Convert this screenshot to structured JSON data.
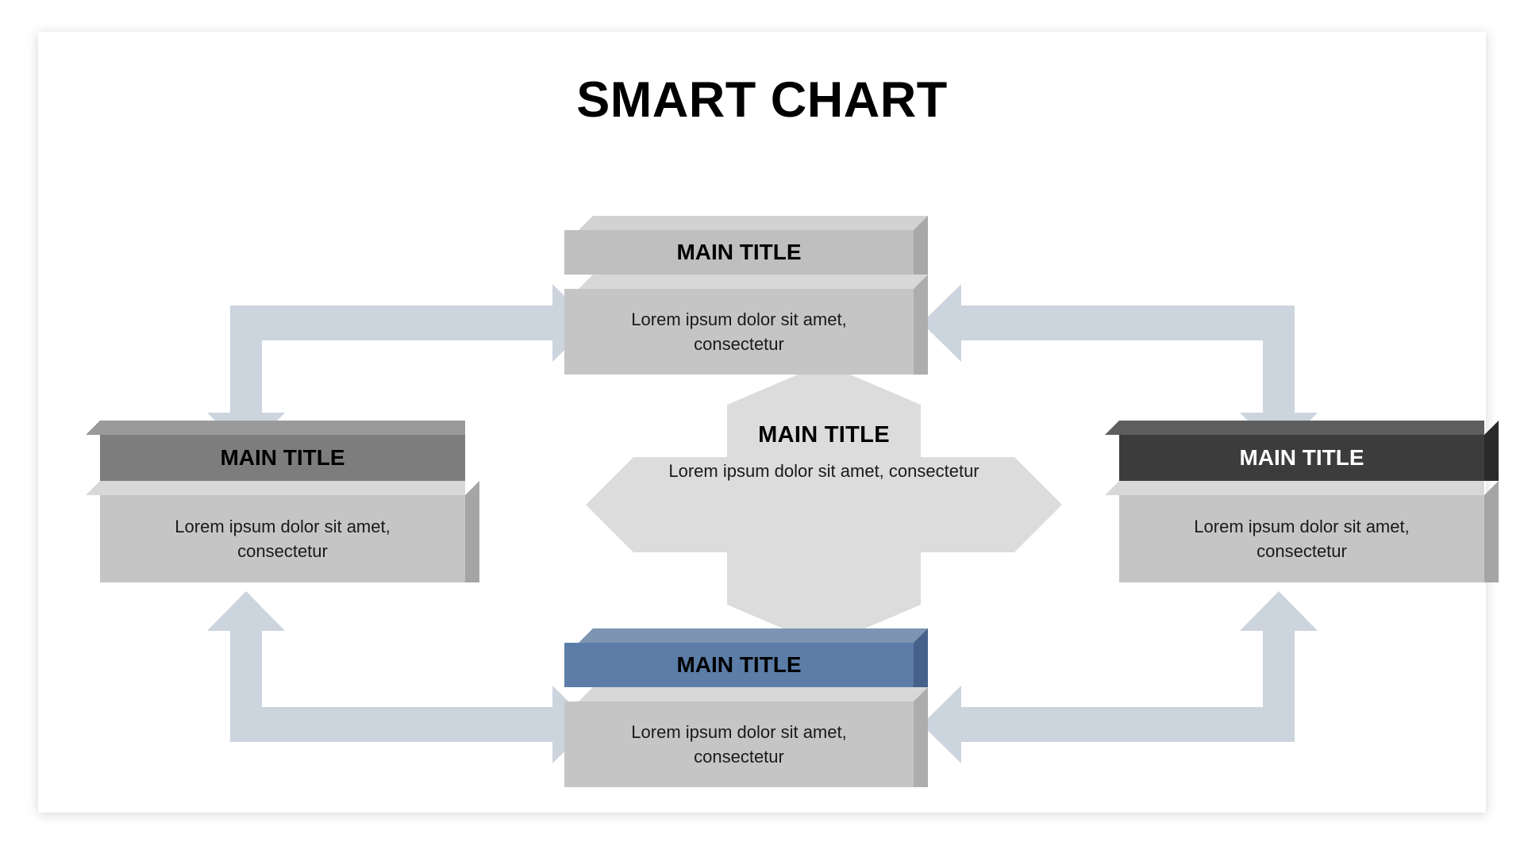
{
  "slide": {
    "title": "SMART CHART",
    "background": "#ffffff"
  },
  "palette": {
    "connector": "#ccd4de",
    "hub_fill": "#dcdcdc",
    "body_fill": "#c5c5c5",
    "body_bevel": "#d8d8d8",
    "top_header_fill": "#bfbfbf",
    "top_header_bevel": "#d2d2d2",
    "left_header_fill": "#7d7d7d",
    "left_header_bevel": "#9a9a9a",
    "right_header_fill": "#3c3c3c",
    "right_header_bevel": "#5e5e5e",
    "bottom_header_fill": "#5b7da8",
    "bottom_header_bevel": "#7d94b2"
  },
  "nodes": {
    "top": {
      "title": "MAIN TITLE",
      "body": "Lorem ipsum dolor sit amet, consectetur",
      "title_color": "#000000"
    },
    "left": {
      "title": "MAIN TITLE",
      "body": "Lorem ipsum dolor sit amet, consectetur",
      "title_color": "#000000"
    },
    "right": {
      "title": "MAIN TITLE",
      "body": "Lorem ipsum dolor sit amet, consectetur",
      "title_color": "#ffffff"
    },
    "bottom": {
      "title": "MAIN TITLE",
      "body": "Lorem ipsum dolor sit amet, consectetur",
      "title_color": "#000000"
    },
    "center": {
      "title": "MAIN TITLE",
      "body": "Lorem ipsum dolor sit amet, consectetur"
    }
  },
  "connectors": [
    {
      "name": "top-left-connector",
      "from": "left",
      "to": "top",
      "direction": "elbow-right-then-down"
    },
    {
      "name": "top-right-connector",
      "from": "right",
      "to": "top",
      "direction": "elbow-left-then-down"
    },
    {
      "name": "bottom-left-connector",
      "from": "left",
      "to": "bottom",
      "direction": "elbow-up-then-right"
    },
    {
      "name": "bottom-right-connector",
      "from": "right",
      "to": "bottom",
      "direction": "elbow-up-then-left"
    }
  ],
  "hub_arrows": [
    "up",
    "down",
    "left",
    "right"
  ]
}
